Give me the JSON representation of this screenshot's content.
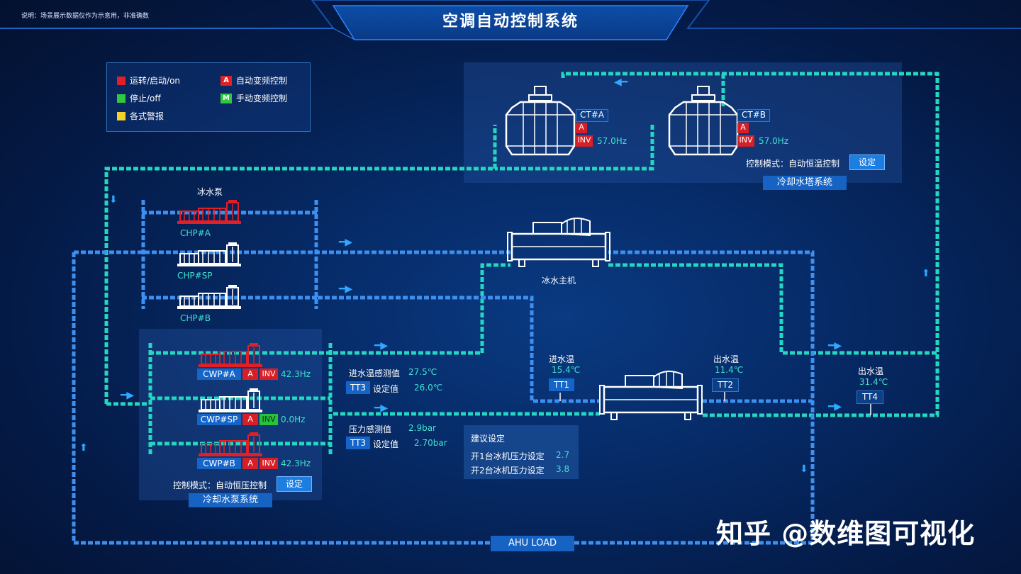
{
  "note": "说明：场景展示数据仅作为示意用，非准确数",
  "title": "空调自动控制系统",
  "legend": {
    "items": [
      {
        "label": "运转/启动/on",
        "color": "#e01f26"
      },
      {
        "label": "停止/off",
        "color": "#2fc93f"
      },
      {
        "label": "各式警报",
        "color": "#f2d22a"
      }
    ],
    "modes": [
      {
        "badge": "A",
        "label": "自动变频控制",
        "color": "#e01f26"
      },
      {
        "badge": "M",
        "label": "手动变频控制",
        "color": "#2fc93f"
      }
    ]
  },
  "cooling_tower": {
    "section_label": "冷却水塔系统",
    "control_mode_label": "控制模式：",
    "control_mode": "自动恒温控制",
    "set_button": "设定",
    "towers": [
      {
        "id": "CT#A",
        "mode": "A",
        "inv": "INV",
        "freq": "57.0Hz"
      },
      {
        "id": "CT#B",
        "mode": "A",
        "inv": "INV",
        "freq": "57.0Hz"
      }
    ]
  },
  "chilled_pumps": {
    "title": "冰水泵",
    "pumps": [
      {
        "id": "CHP#A",
        "status": "on"
      },
      {
        "id": "CHP#SP",
        "status": "off"
      },
      {
        "id": "CHP#B",
        "status": "off"
      }
    ]
  },
  "cooling_pumps": {
    "section_label": "冷却水泵系统",
    "control_mode_label": "控制模式：",
    "control_mode": "自动恒压控制",
    "set_button": "设定",
    "pumps": [
      {
        "id": "CWP#A",
        "mode": "A",
        "inv": "INV",
        "inv_state": "on",
        "freq": "42.3Hz",
        "status": "on"
      },
      {
        "id": "CWP#SP",
        "mode": "A",
        "inv": "INV",
        "inv_state": "off",
        "freq": "0.0Hz",
        "status": "off"
      },
      {
        "id": "CWP#B",
        "mode": "A",
        "inv": "INV",
        "inv_state": "on",
        "freq": "42.3Hz",
        "status": "on"
      }
    ]
  },
  "sensors": {
    "temp": {
      "label": "进水温感测值",
      "value": "27.5℃",
      "tag": "TT3",
      "set_label": "设定值",
      "set_value": "26.0℃"
    },
    "pressure": {
      "label": "压力感测值",
      "value": "2.9bar",
      "tag": "TT3",
      "set_label": "设定值",
      "set_value": "2.70bar"
    }
  },
  "suggest": {
    "title": "建议设定",
    "rows": [
      {
        "label": "开1台冰机压力设定",
        "value": "2.7"
      },
      {
        "label": "开2台冰机压力设定",
        "value": "3.8"
      }
    ]
  },
  "chiller": {
    "label": "冰水主机"
  },
  "temps": {
    "tt1": {
      "title": "进水温",
      "value": "15.4℃",
      "tag": "TT1"
    },
    "tt2": {
      "title": "出水温",
      "value": "11.4℃",
      "tag": "TT2"
    },
    "tt4": {
      "title": "出水温",
      "value": "31.4℃",
      "tag": "TT4"
    }
  },
  "ahu": {
    "label": "AHU LOAD"
  },
  "watermark": "知乎 @数维图可视化",
  "colors": {
    "cyan_pipe": "#25d6c0",
    "blue_pipe": "#3d8ff0",
    "on": "#e01f26",
    "off": "#2fc93f",
    "alarm": "#f2d22a"
  }
}
